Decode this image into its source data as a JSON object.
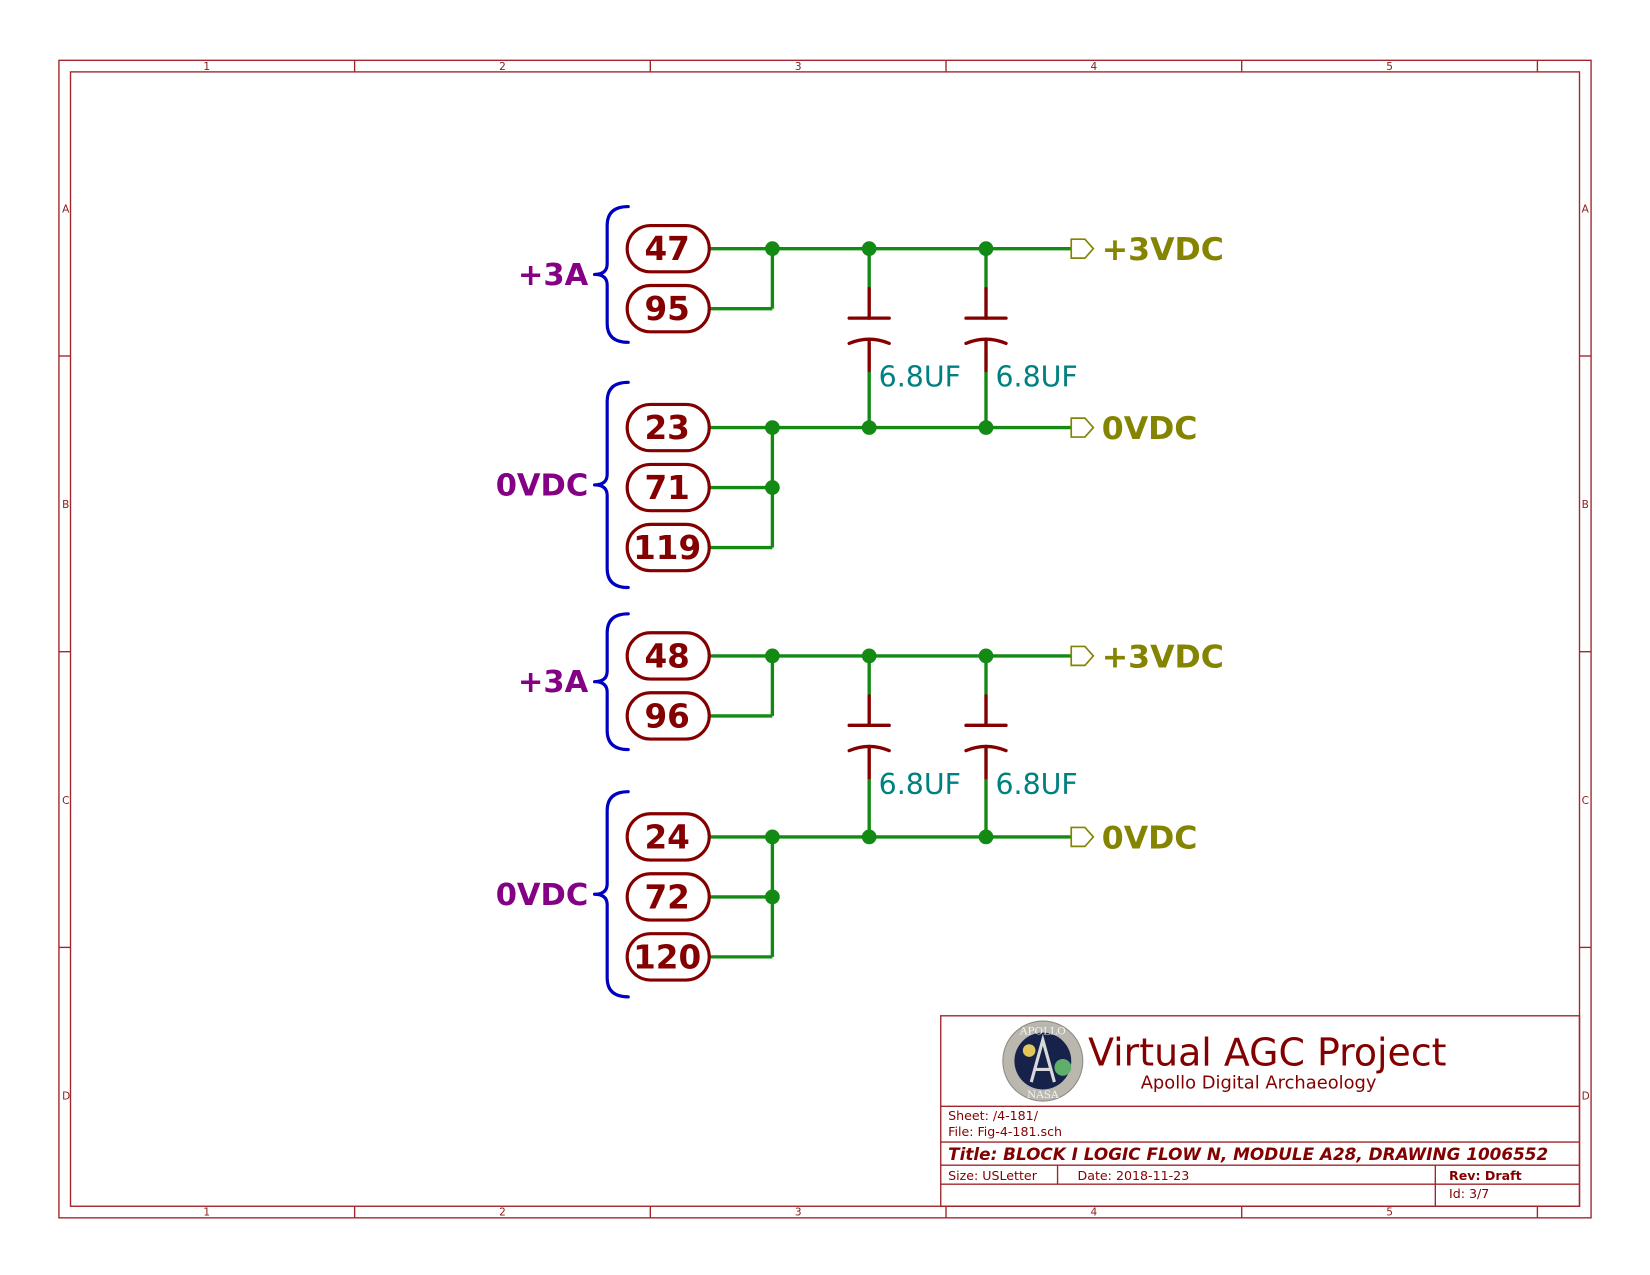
{
  "frame": {
    "columns": [
      "1",
      "2",
      "3",
      "4",
      "5"
    ],
    "rows": [
      "A",
      "B",
      "C",
      "D"
    ]
  },
  "groups": [
    {
      "label": "+3A",
      "pins": [
        "47",
        "95"
      ]
    },
    {
      "label": "0VDC",
      "pins": [
        "23",
        "71",
        "119"
      ]
    },
    {
      "label": "+3A",
      "pins": [
        "48",
        "96"
      ]
    },
    {
      "label": "0VDC",
      "pins": [
        "24",
        "72",
        "120"
      ]
    }
  ],
  "capacitors": [
    "6.8UF",
    "6.8UF",
    "6.8UF",
    "6.8UF"
  ],
  "ports": [
    "+3VDC",
    "0VDC",
    "+3VDC",
    "0VDC"
  ],
  "colors": {
    "wire": "#138a13",
    "pin": "#840000",
    "brace": "#0000c0",
    "group_label": "#840084",
    "cap_label": "#008080",
    "port": "#848400",
    "frame": "#a0262b"
  },
  "title_block": {
    "logo": {
      "top_text": "APOLLO",
      "bottom_text": "NASA"
    },
    "brand": "Virtual AGC Project",
    "subtitle": "Apollo Digital Archaeology",
    "sheet": "Sheet: /4-181/",
    "file": "File: Fig-4-181.sch",
    "title": "Title: BLOCK I LOGIC FLOW N, MODULE A28, DRAWING 1006552",
    "size": "Size: USLetter",
    "date": "Date: 2018-11-23",
    "rev": "Rev: Draft",
    "id": "Id: 3/7"
  }
}
